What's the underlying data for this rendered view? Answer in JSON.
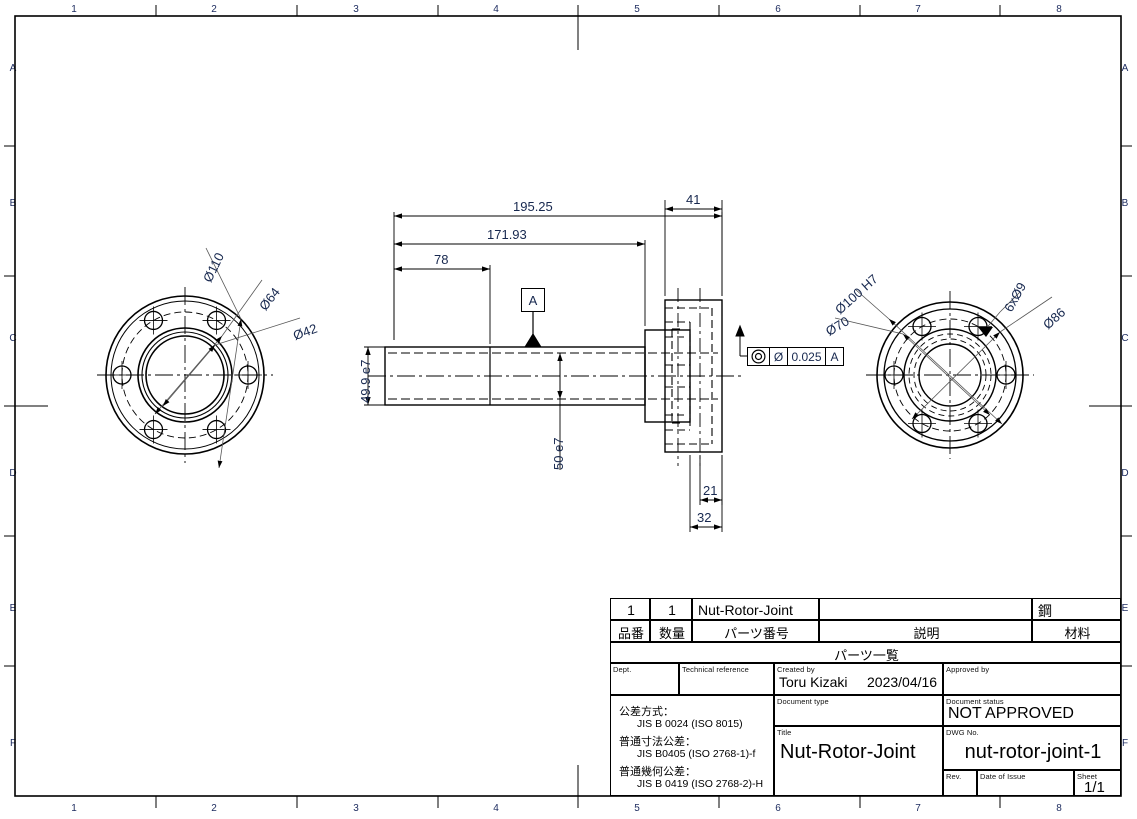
{
  "sheet": {
    "zones_top": [
      "1",
      "2",
      "3",
      "4",
      "5",
      "6",
      "7",
      "8"
    ],
    "zones_bottom": [
      "1",
      "2",
      "3",
      "4",
      "5",
      "6",
      "7",
      "8"
    ],
    "zones_left": [
      "A",
      "B",
      "C",
      "D",
      "E",
      "F"
    ],
    "zones_right": [
      "A",
      "B",
      "C",
      "D",
      "E",
      "F"
    ]
  },
  "views": {
    "left_view": {
      "name": "front-flange-view",
      "dims": [
        {
          "label": "Ø110"
        },
        {
          "label": "Ø64"
        },
        {
          "label": "Ø42"
        }
      ]
    },
    "section_view": {
      "name": "side-section-view",
      "dims": [
        {
          "label": "195.25"
        },
        {
          "label": "171.93"
        },
        {
          "label": "78"
        },
        {
          "label": "41"
        },
        {
          "label": "49.9 e7"
        },
        {
          "label": "50 e7"
        },
        {
          "label": "21"
        },
        {
          "label": "32"
        }
      ],
      "datum": "A",
      "tolerance": {
        "symbol": "concentricity-icon",
        "diameter_symbol": "Ø",
        "value": "0.025",
        "datum_ref": "A"
      }
    },
    "right_view": {
      "name": "rear-flange-view",
      "dims": [
        {
          "label": "Ø100 H7"
        },
        {
          "label": "Ø70"
        },
        {
          "label": "6xØ9"
        },
        {
          "label": "Ø86"
        }
      ]
    }
  },
  "parts_list": {
    "caption": "パーツ一覧",
    "headers": [
      "品番",
      "数量",
      "パーツ番号",
      "説明",
      "材料"
    ],
    "rows": [
      {
        "item_no": "1",
        "qty": "1",
        "part_number": "Nut-Rotor-Joint",
        "description": "",
        "material": "鋼"
      }
    ]
  },
  "title_block": {
    "dept": {
      "label": "Dept.",
      "value": ""
    },
    "technical_reference": {
      "label": "Technical reference",
      "value": ""
    },
    "created_by": {
      "label": "Created by",
      "value": "Toru Kizaki",
      "date": "2023/04/16"
    },
    "approved_by": {
      "label": "Approved by",
      "value": ""
    },
    "document_type": {
      "label": "Document type",
      "value": ""
    },
    "document_status": {
      "label": "Document status",
      "value": "NOT APPROVED"
    },
    "title": {
      "label": "Title",
      "value": "Nut-Rotor-Joint"
    },
    "dwg_no": {
      "label": "DWG No.",
      "value": "nut-rotor-joint-1"
    },
    "rev": {
      "label": "Rev.",
      "value": ""
    },
    "date_of_issue": {
      "label": "Date of Issue",
      "value": ""
    },
    "sheet": {
      "label": "Sheet",
      "value": "1/1"
    },
    "tolerance_notes": [
      "公差方式：",
      "JIS B 0024 (ISO 8015)",
      "普通寸法公差：",
      "JIS B0405 (ISO 2768-1)-f",
      "普通幾何公差：",
      "JIS B 0419 (ISO 2768-2)-H"
    ]
  },
  "colors": {
    "line": "#000000",
    "dim_text": "#17284f",
    "zone_text": "#1b2a5e"
  }
}
